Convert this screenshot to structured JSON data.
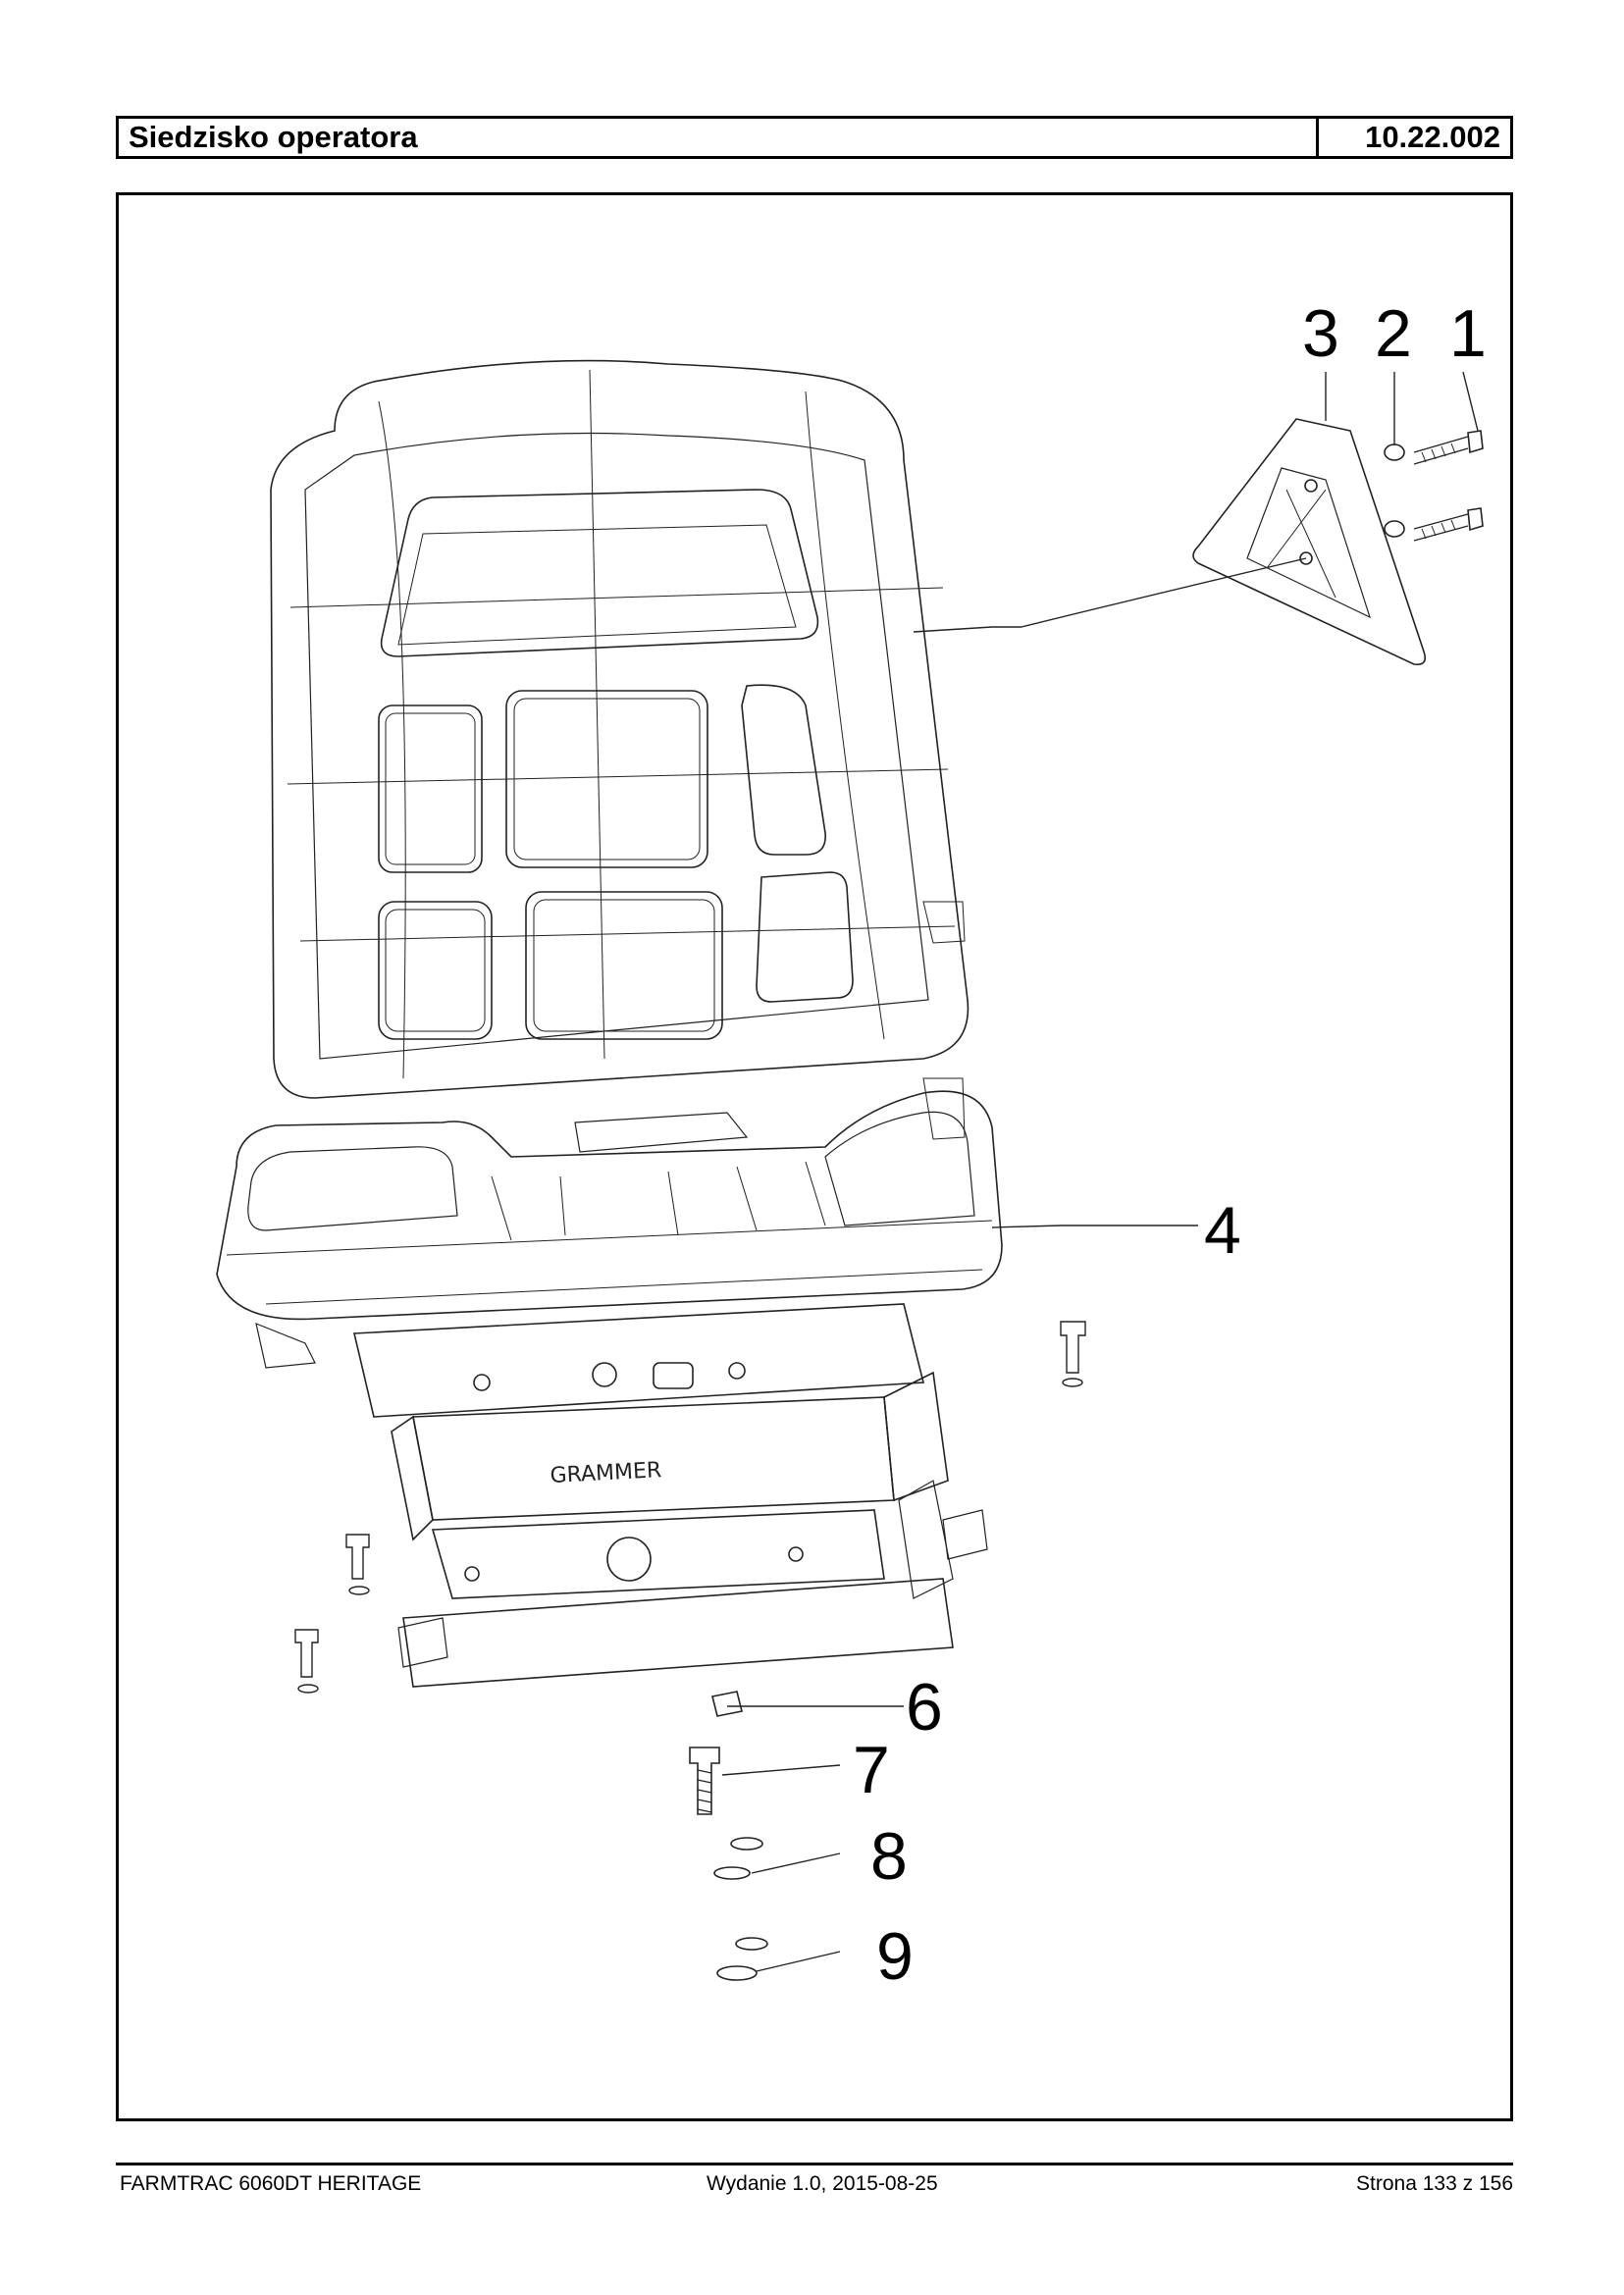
{
  "header": {
    "title": "Siedzisko operatora",
    "code": "10.22.002"
  },
  "diagram": {
    "callouts": [
      "1",
      "2",
      "3",
      "4",
      "6",
      "7",
      "8",
      "9"
    ],
    "base_label": "GRAMMER"
  },
  "footer": {
    "model": "FARMTRAC 6060DT HERITAGE",
    "edition": "Wydanie 1.0,  2015-08-25",
    "page": "Strona 133 z 156"
  }
}
